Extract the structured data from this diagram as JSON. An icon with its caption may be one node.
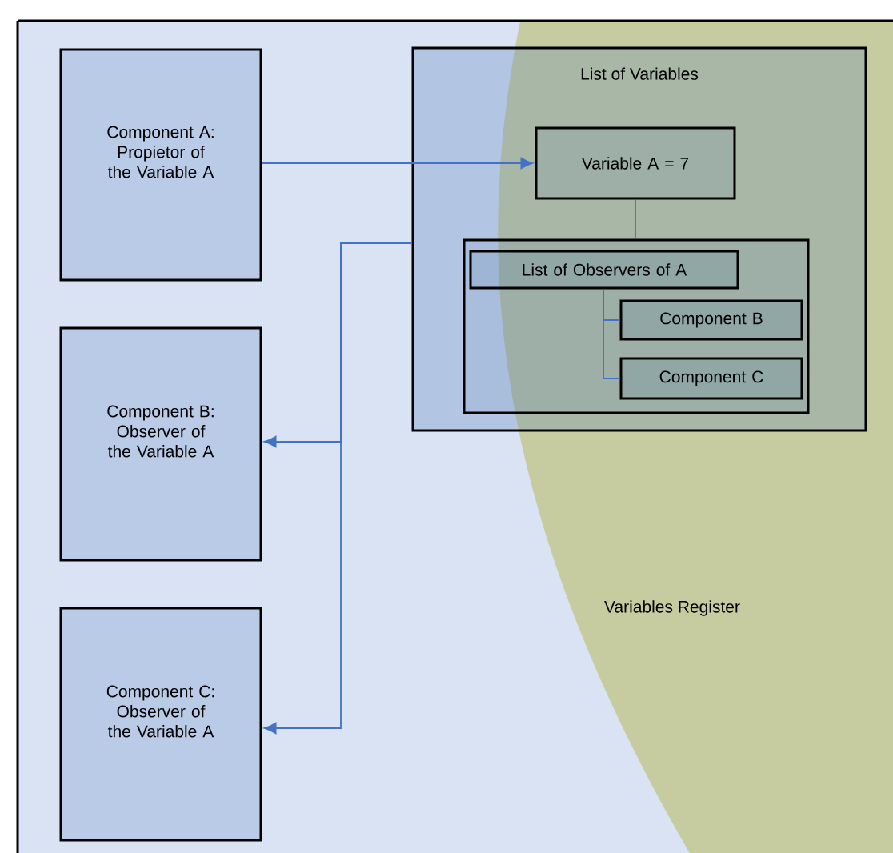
{
  "diagram": {
    "nodes": [
      {
        "text": [
          "Component A: Propietor of the Variable A"
        ]
      },
      {
        "text": [
          "Component B: Observer of the Variable A"
        ]
      },
      {
        "text": [
          "Component C: Observer of the Variable A"
        ]
      },
      {
        "text": [
          "List of Variables"
        ]
      },
      {
        "text": [
          "Variable A = 7"
        ],
        "in": 3
      },
      {
        "text": [],
        "shape": "box",
        "in": 3
      },
      {
        "text": [
          "List of Observers of A"
        ],
        "in": 5
      },
      {
        "text": [
          "Component B"
        ],
        "in": 5
      },
      {
        "text": [
          "Component C"
        ],
        "in": 5
      }
    ],
    "edges": [
      {
        "from": 0,
        "to": 4,
        "arrow": "to"
      },
      {
        "from": 3,
        "to": 1,
        "arrow": "to"
      },
      {
        "from": 3,
        "to": 2,
        "arrow": "to"
      },
      {
        "from": 4,
        "to": 5,
        "arrow": "none"
      },
      {
        "from": 6,
        "to": 7,
        "arrow": "none"
      },
      {
        "from": 6,
        "to": 8,
        "arrow": "none"
      }
    ],
    "labels": [
      "Variables Register"
    ]
  }
}
